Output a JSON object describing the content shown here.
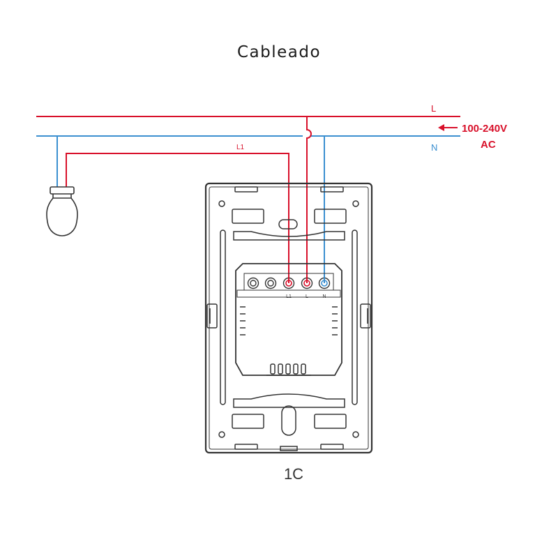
{
  "title": "Cableado",
  "lines": {
    "live_label": "L",
    "neutral_label": "N",
    "load_label": "L1"
  },
  "supply": {
    "voltage": "100-240V",
    "type": "AC"
  },
  "terminals": [
    "L1",
    "L",
    "N"
  ],
  "model_label": "1C",
  "colors": {
    "live": "#d8102a",
    "neutral": "#3b8fd0",
    "device_outline": "#333333"
  },
  "icons": [
    "bulb-icon",
    "arrow-left-icon"
  ]
}
